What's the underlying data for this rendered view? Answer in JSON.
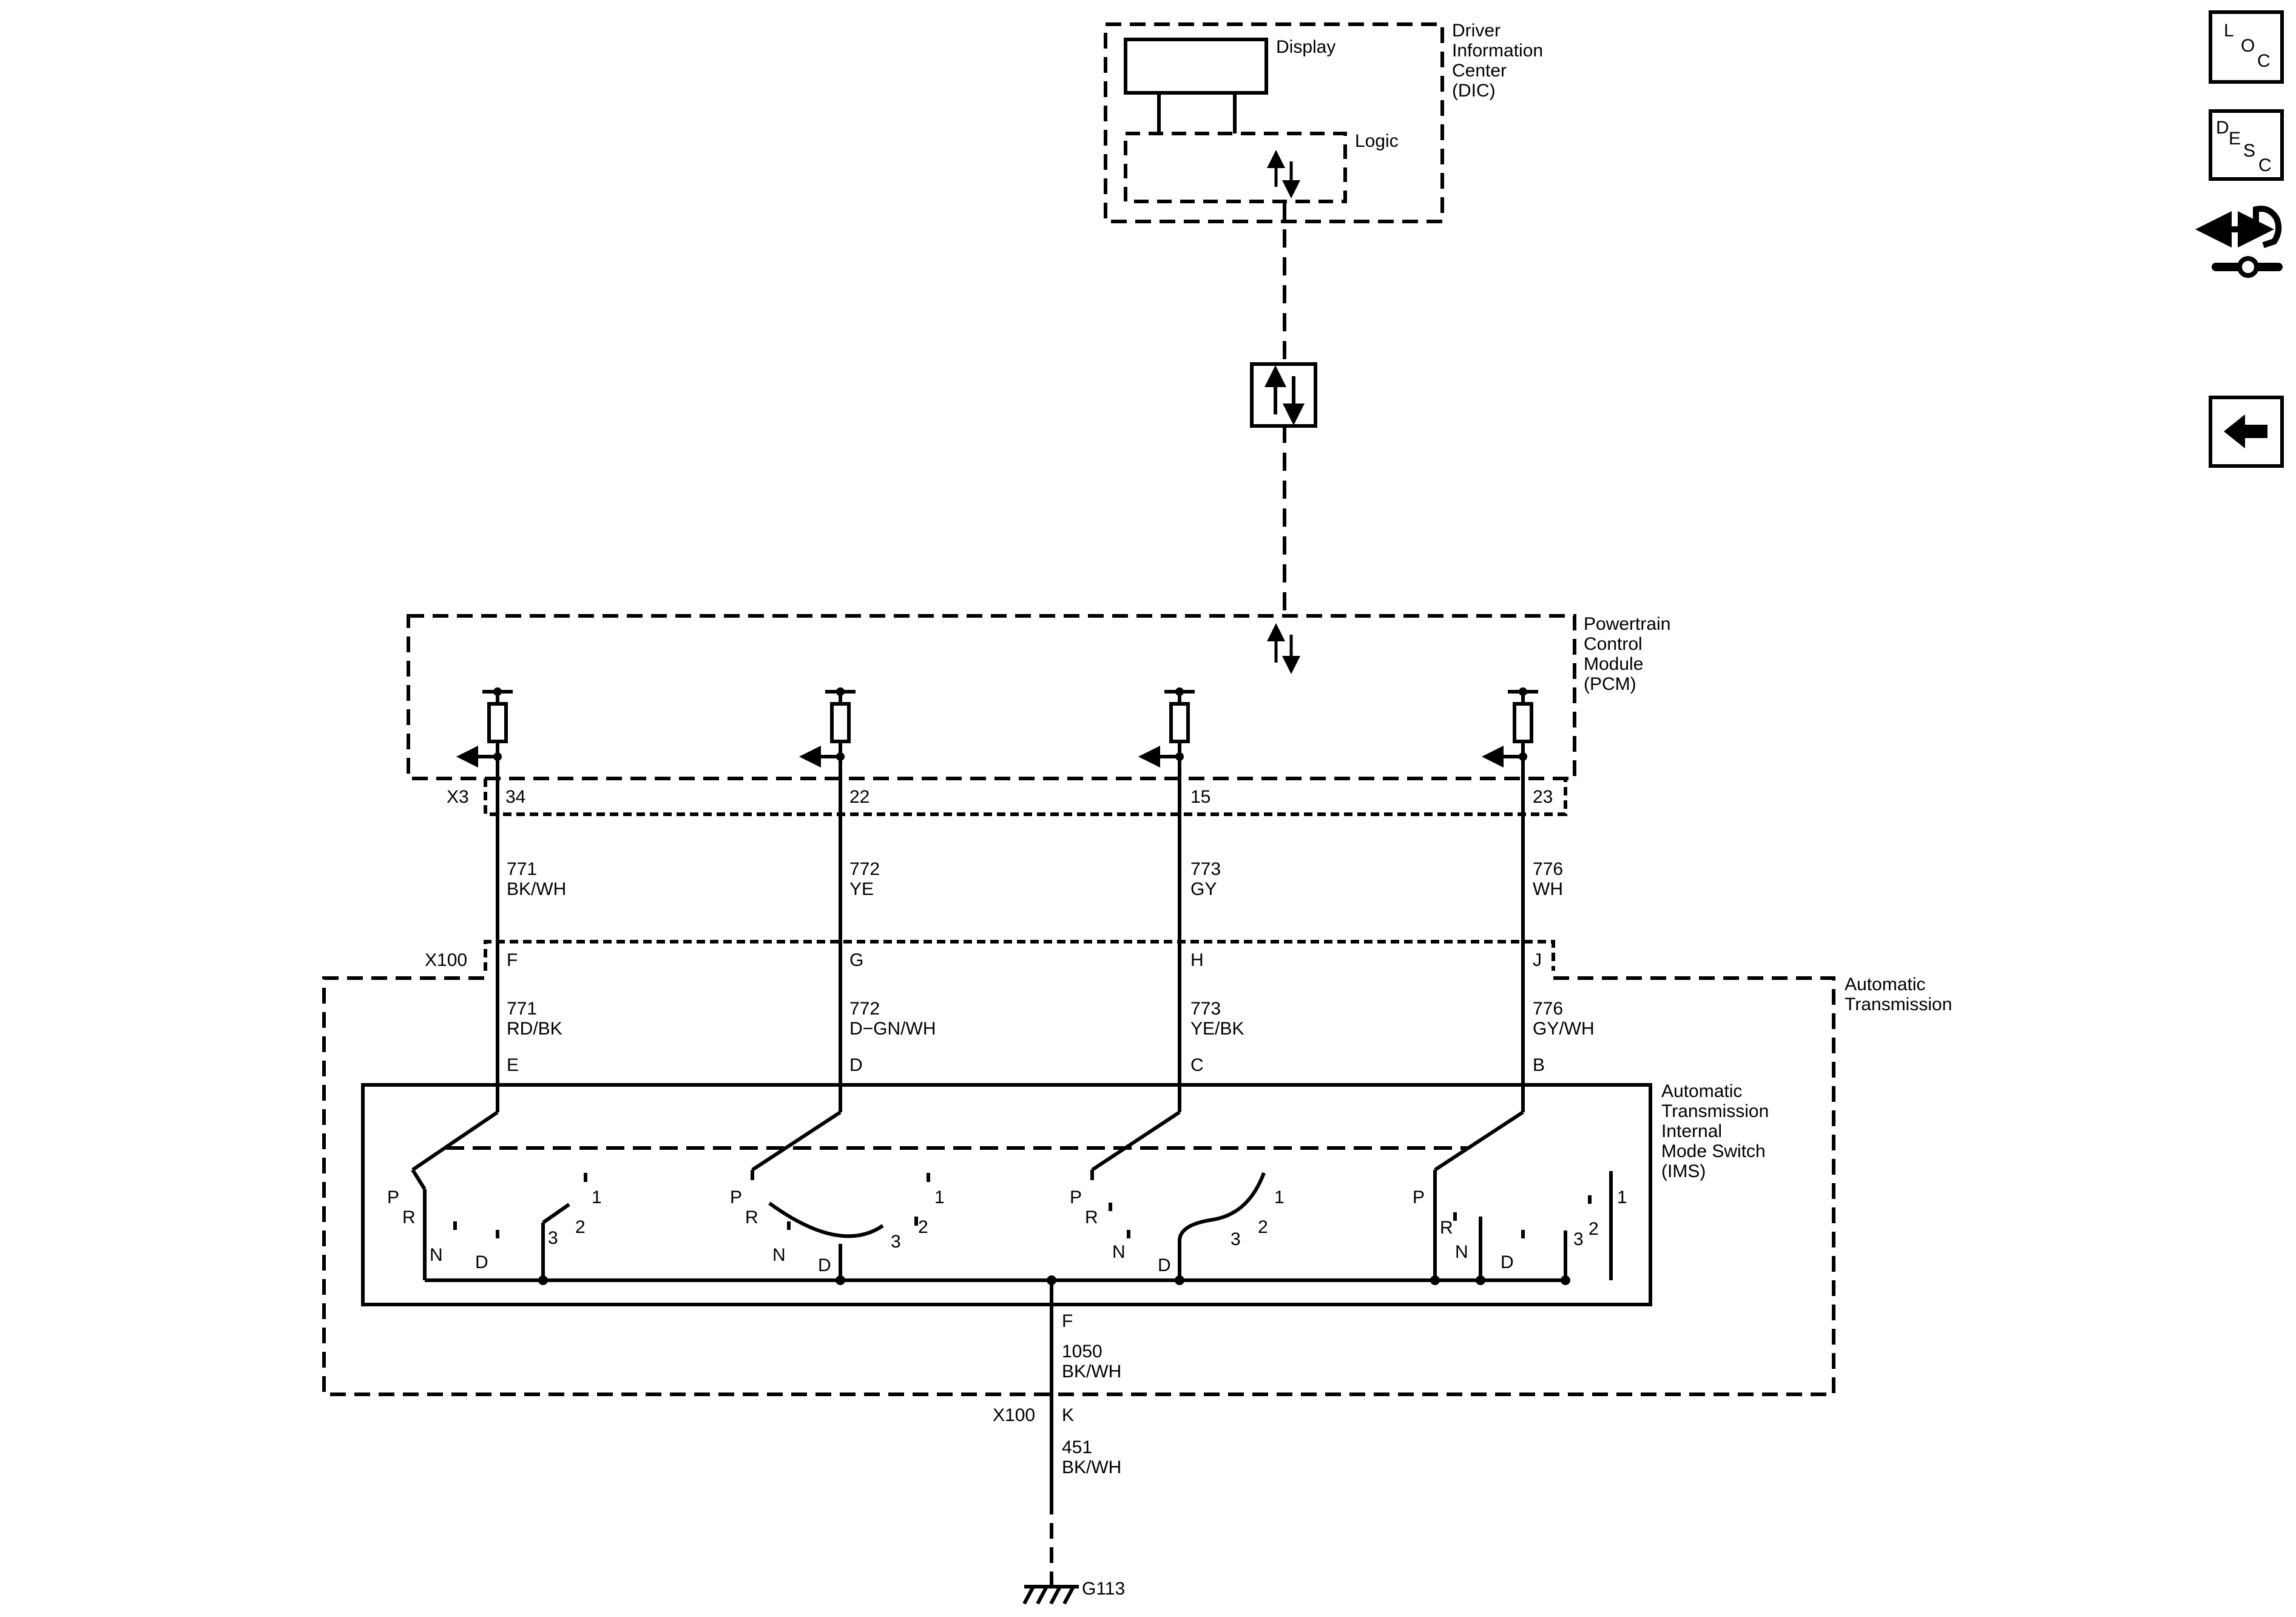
{
  "dic": {
    "name_lines": [
      "Driver",
      "Information",
      "Center",
      "(DIC)"
    ],
    "display_label": "Display",
    "logic_label": "Logic"
  },
  "pcm": {
    "name_lines": [
      "Powertrain",
      "Control",
      "Module",
      "(PCM)"
    ],
    "connector": "X3",
    "pins": [
      "34",
      "22",
      "15",
      "23"
    ]
  },
  "upper_wires": [
    {
      "circuit": "771",
      "color": "BK/WH"
    },
    {
      "circuit": "772",
      "color": "YE"
    },
    {
      "circuit": "773",
      "color": "GY"
    },
    {
      "circuit": "776",
      "color": "WH"
    }
  ],
  "inline_connector": {
    "name": "X100",
    "pins": [
      "F",
      "G",
      "H",
      "J"
    ]
  },
  "transmission": {
    "name_lines": [
      "Automatic",
      "Transmission"
    ]
  },
  "lower_wires": [
    {
      "circuit": "771",
      "color": "RD/BK"
    },
    {
      "circuit": "772",
      "color": "D−GN/WH"
    },
    {
      "circuit": "773",
      "color": "YE/BK"
    },
    {
      "circuit": "776",
      "color": "GY/WH"
    }
  ],
  "ims": {
    "name_lines": [
      "Automatic",
      "Transmission",
      "Internal",
      "Mode Switch",
      "(IMS)"
    ],
    "pins": [
      "E",
      "D",
      "C",
      "B"
    ],
    "position_labels": [
      "P",
      "R",
      "N",
      "D",
      "3",
      "2",
      "1"
    ],
    "ground_pin": "F"
  },
  "ground": {
    "wire1_circuit": "1050",
    "wire1_color": "BK/WH",
    "connector": "X100",
    "connector_pin": "K",
    "wire2_circuit": "451",
    "wire2_color": "BK/WH",
    "ground_id": "G113"
  },
  "side_buttons": {
    "loc": [
      "L",
      "O",
      "C"
    ],
    "desc": [
      "D",
      "E",
      "S",
      "C"
    ],
    "connector_icon": "connector-end-view-icon",
    "back_icon": "back-arrow-icon"
  }
}
